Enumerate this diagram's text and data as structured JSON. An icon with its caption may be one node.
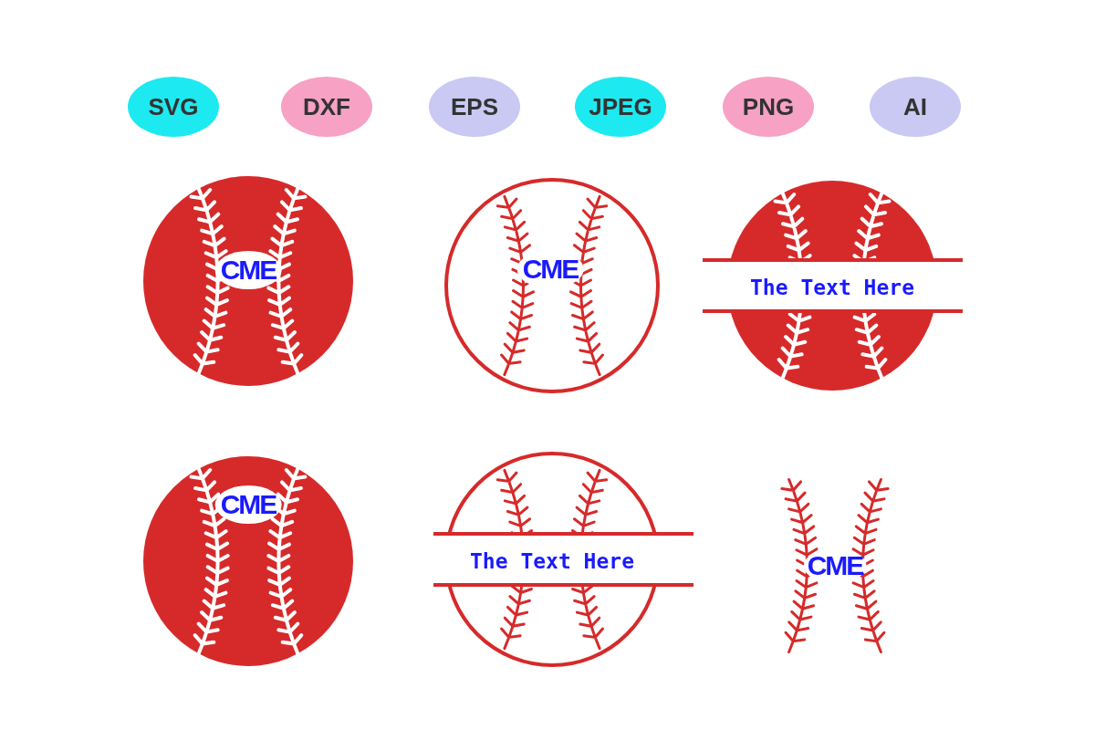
{
  "diagram": {
    "nodes": [
      {
        "text": [
          "SVG"
        ]
      },
      {
        "text": [
          "DXF"
        ]
      },
      {
        "text": [
          "EPS"
        ]
      },
      {
        "text": [
          "JPEG"
        ]
      },
      {
        "text": [
          "PNG"
        ]
      },
      {
        "text": [
          "AI"
        ]
      },
      {
        "text": [
          "CME"
        ]
      },
      {
        "text": [
          "CME"
        ]
      },
      {
        "text": [
          "The Text Here"
        ]
      },
      {
        "text": [
          "CME"
        ]
      },
      {
        "text": [
          "The Text Here"
        ]
      }
    ],
    "labels": [
      "CME"
    ]
  }
}
